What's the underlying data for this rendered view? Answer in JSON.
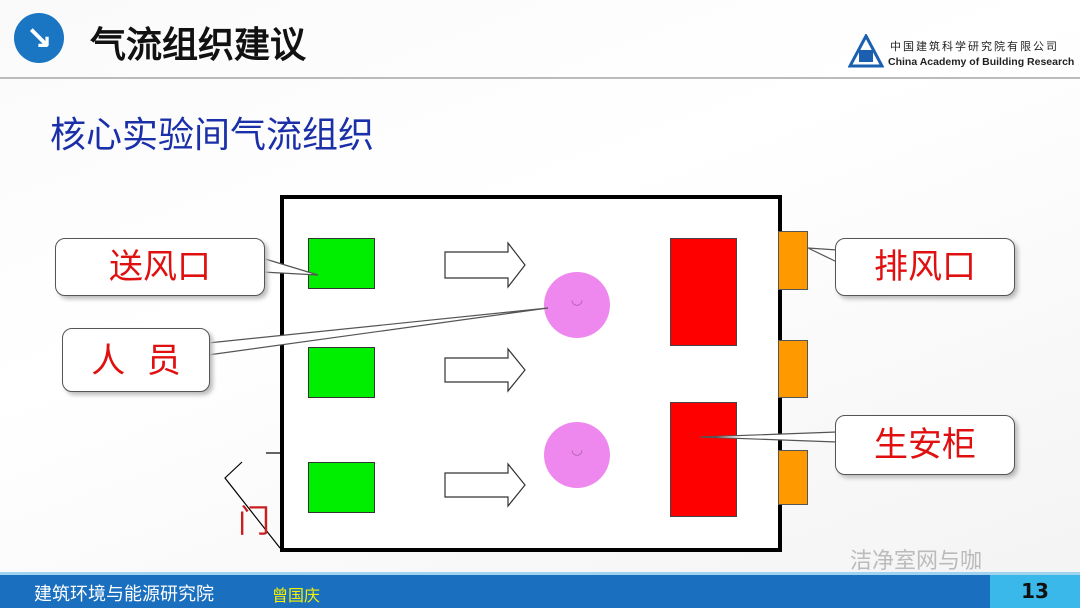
{
  "header": {
    "title": "气流组织建议",
    "icon": "arrow-down-right-icon"
  },
  "logo": {
    "name_cn": "中国建筑科学研究院有限公司",
    "name_en": "China Academy of Building Research"
  },
  "subtitle": "核心实验间气流组织",
  "diagram": {
    "labels": {
      "supply": "送风口",
      "personnel": "人  员",
      "exhaust": "排风口",
      "bsc": "生安柜",
      "door": "门"
    },
    "face_glyph": "◡",
    "arrow_glyph": "⇨"
  },
  "watermark": "洁净室网与咖",
  "footer": {
    "org": "建筑环境与能源研究院",
    "author": "曾国庆",
    "page": "13"
  },
  "colors": {
    "supply": "#00ee00",
    "bsc": "#ff0000",
    "exhaust": "#ff9900",
    "person": "#ee88ee",
    "footer": "#1a6fbf",
    "label": "#e01010"
  }
}
